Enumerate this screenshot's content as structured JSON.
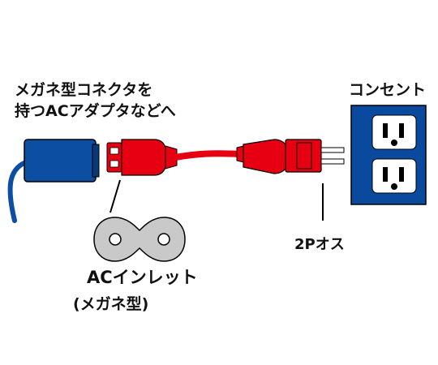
{
  "labels": {
    "adapter_line1": "メガネ型コネクタを",
    "adapter_line2": "持つACアダプタなどへ",
    "outlet": "コンセント",
    "plug": "2Pオス",
    "inlet_line1": "ACインレット",
    "inlet_line2": "(メガネ型)"
  },
  "colors": {
    "cable_red": "#e60012",
    "adapter_blue": "#0b4ea2",
    "outlet_blue": "#0a4a9e",
    "inlet_grey": "#c9c9c9",
    "text": "#111111"
  },
  "icons": {
    "adapter": "ac-adapter-icon",
    "outlet": "wall-outlet-icon",
    "plug": "two-pin-plug-icon",
    "inlet": "figure-eight-inlet-icon"
  }
}
